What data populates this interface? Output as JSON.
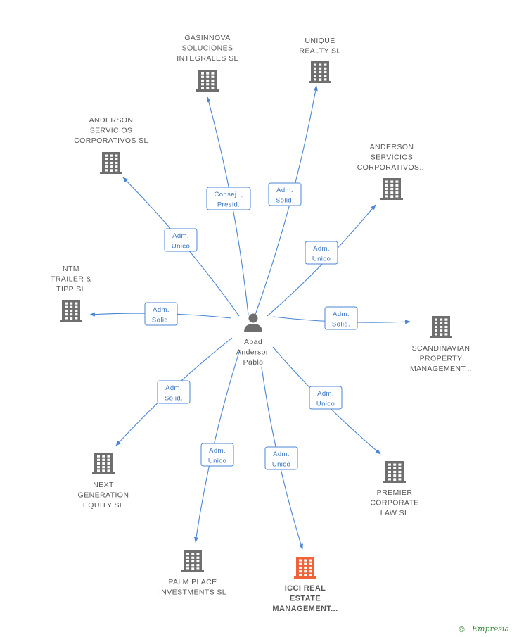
{
  "person": {
    "lines": [
      "Abad",
      "Anderson",
      "Pablo"
    ]
  },
  "companies": [
    {
      "id": "gasinnova",
      "lines": [
        "GASINNOVA",
        "SOLUCIONES",
        "INTEGRALES SL"
      ],
      "highlight": false
    },
    {
      "id": "unique",
      "lines": [
        "UNIQUE",
        "REALTY SL"
      ],
      "highlight": false
    },
    {
      "id": "anderson1",
      "lines": [
        "ANDERSON",
        "SERVICIOS",
        "CORPORATIVOS SL"
      ],
      "highlight": false
    },
    {
      "id": "anderson2",
      "lines": [
        "ANDERSON",
        "SERVICIOS",
        "CORPORATIVOS..."
      ],
      "highlight": false
    },
    {
      "id": "ntm",
      "lines": [
        "NTM",
        "TRAILER &",
        "TIPP SL"
      ],
      "highlight": false
    },
    {
      "id": "scandinavian",
      "lines": [
        "SCANDINAVIAN",
        "PROPERTY",
        "MANAGEMENT..."
      ],
      "highlight": false
    },
    {
      "id": "next",
      "lines": [
        "NEXT",
        "GENERATION",
        "EQUITY SL"
      ],
      "highlight": false
    },
    {
      "id": "premier",
      "lines": [
        "PREMIER",
        "CORPORATE",
        "LAW SL"
      ],
      "highlight": false
    },
    {
      "id": "palm",
      "lines": [
        "PALM PLACE",
        "INVESTMENTS SL"
      ],
      "highlight": false
    },
    {
      "id": "icci",
      "lines": [
        "ICCI REAL",
        "ESTATE",
        "MANAGEMENT..."
      ],
      "highlight": true
    }
  ],
  "relations": [
    {
      "target": "gasinnova",
      "lines": [
        "Consej. ,",
        "Presid."
      ]
    },
    {
      "target": "unique",
      "lines": [
        "Adm.",
        "Solid."
      ]
    },
    {
      "target": "anderson1",
      "lines": [
        "Adm.",
        "Unico"
      ]
    },
    {
      "target": "anderson2",
      "lines": [
        "Adm.",
        "Unico"
      ]
    },
    {
      "target": "ntm",
      "lines": [
        "Adm.",
        "Solid."
      ]
    },
    {
      "target": "scandinavian",
      "lines": [
        "Adm.",
        "Solid."
      ]
    },
    {
      "target": "next",
      "lines": [
        "Adm.",
        "Solid."
      ]
    },
    {
      "target": "premier",
      "lines": [
        "Adm.",
        "Unico"
      ]
    },
    {
      "target": "palm",
      "lines": [
        "Adm.",
        "Unico"
      ]
    },
    {
      "target": "icci",
      "lines": [
        "Adm.",
        "Unico"
      ]
    }
  ],
  "footer": {
    "copyright": "©",
    "brand": "Empresia"
  },
  "colors": {
    "edge": "#4a86d4",
    "building": "#6e6e6e",
    "highlight": "#f0633a",
    "label": "#555555"
  }
}
